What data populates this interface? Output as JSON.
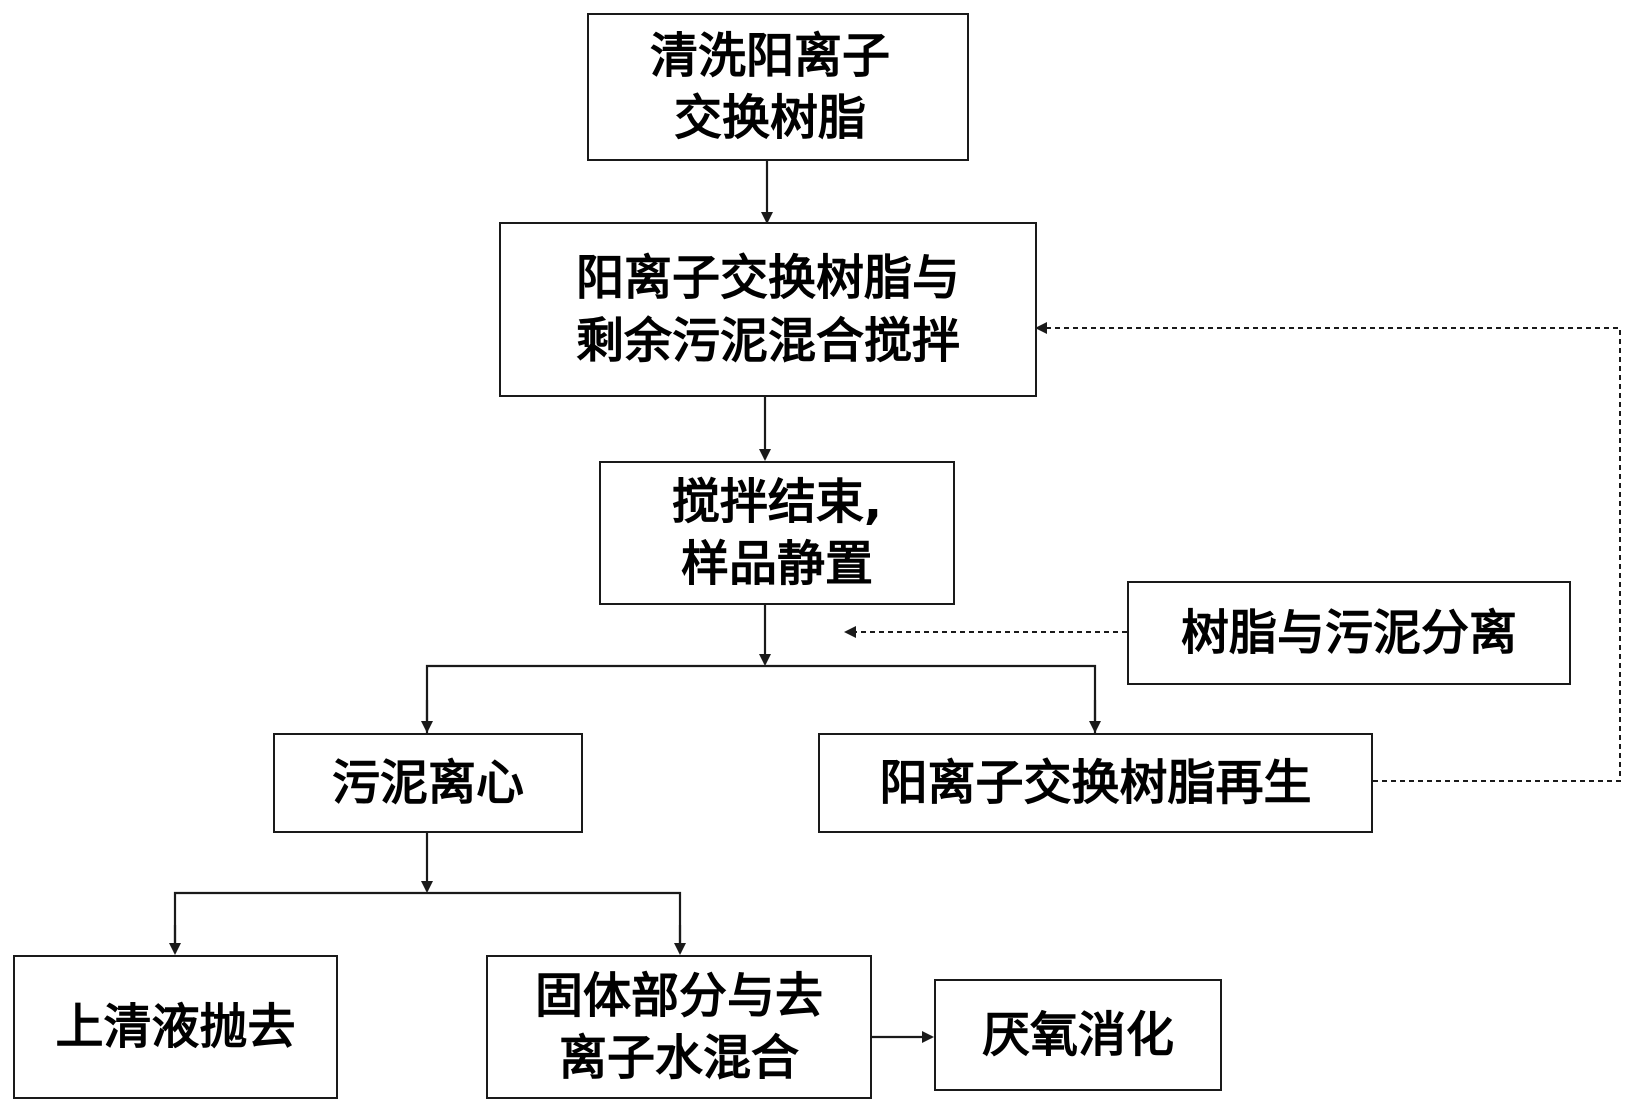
{
  "nodes": {
    "wash": [
      "清洗阳离子",
      "交换树脂"
    ],
    "mix": [
      "阳离子交换树脂与",
      "剩余污泥混合搅拌"
    ],
    "settle": [
      "搅拌结束,",
      "样品静置"
    ],
    "separate": [
      "树脂与污泥分离"
    ],
    "centrifuge": [
      "污泥离心"
    ],
    "regen": [
      "阳离子交换树脂再生"
    ],
    "discard": [
      "上清液抛去"
    ],
    "solid": [
      "固体部分与去",
      "离子水混合"
    ],
    "anaerobic": [
      "厌氧消化"
    ]
  },
  "colors": {
    "line": "#1a1a1a",
    "text": "#000000"
  }
}
